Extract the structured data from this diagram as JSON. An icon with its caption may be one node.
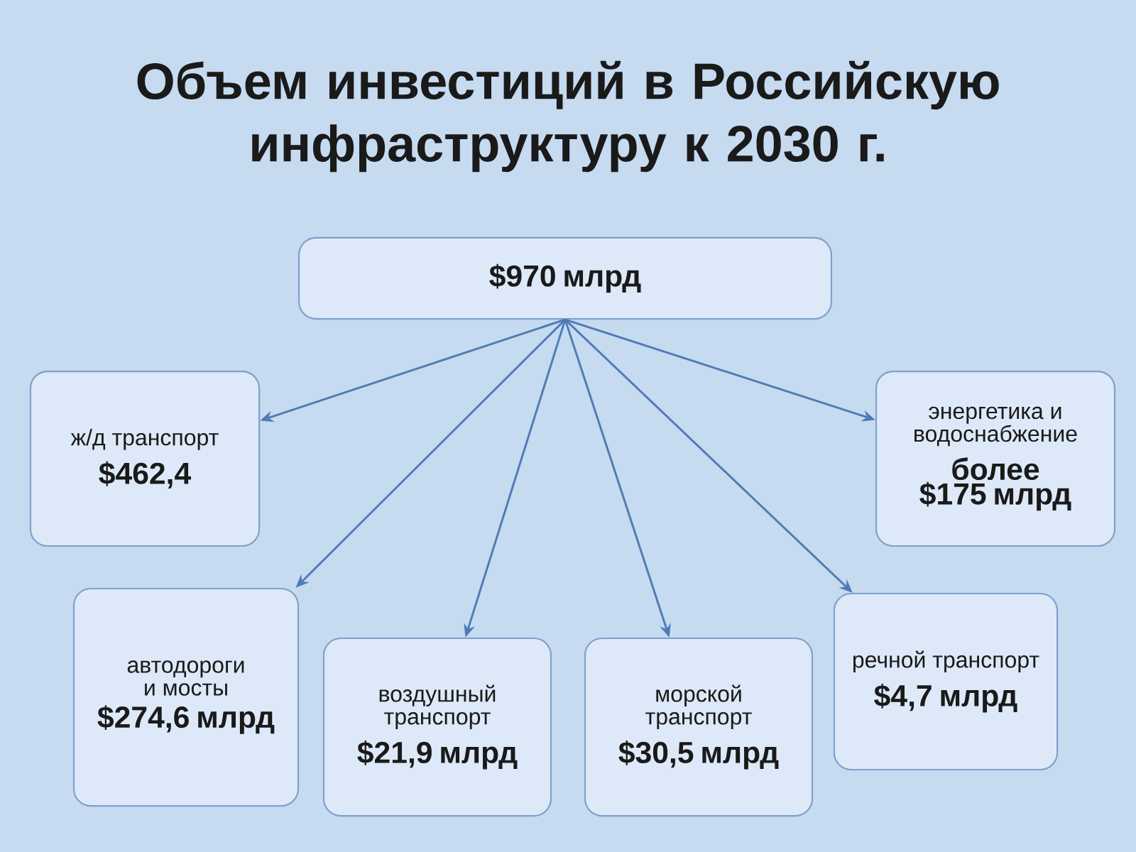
{
  "diagram": {
    "title": "Объем инвестиций в Российскую инфраструктуру к 2030 г.",
    "nodes": [
      {
        "text": [
          "$970 млрд"
        ]
      },
      {
        "text": [
          "ж/д транспорт",
          "$462,4"
        ]
      },
      {
        "text": [
          "энергетика и водоснабжение",
          "более $175 млрд"
        ]
      },
      {
        "text": [
          "автодороги и мосты",
          "$274,6 млрд"
        ]
      },
      {
        "text": [
          "воздушный транспорт",
          "$21,9 млрд"
        ]
      },
      {
        "text": [
          "морской транспорт",
          "$30,5 млрд"
        ]
      },
      {
        "text": [
          "речной транспорт",
          "$4,7 млрд"
        ]
      }
    ],
    "edges": [
      {
        "from": 0,
        "to": 1,
        "arrow": "to"
      },
      {
        "from": 0,
        "to": 2,
        "arrow": "to"
      },
      {
        "from": 0,
        "to": 3,
        "arrow": "to"
      },
      {
        "from": 0,
        "to": 4,
        "arrow": "to"
      },
      {
        "from": 0,
        "to": 5,
        "arrow": "to"
      },
      {
        "from": 0,
        "to": 6,
        "arrow": "to"
      }
    ]
  }
}
